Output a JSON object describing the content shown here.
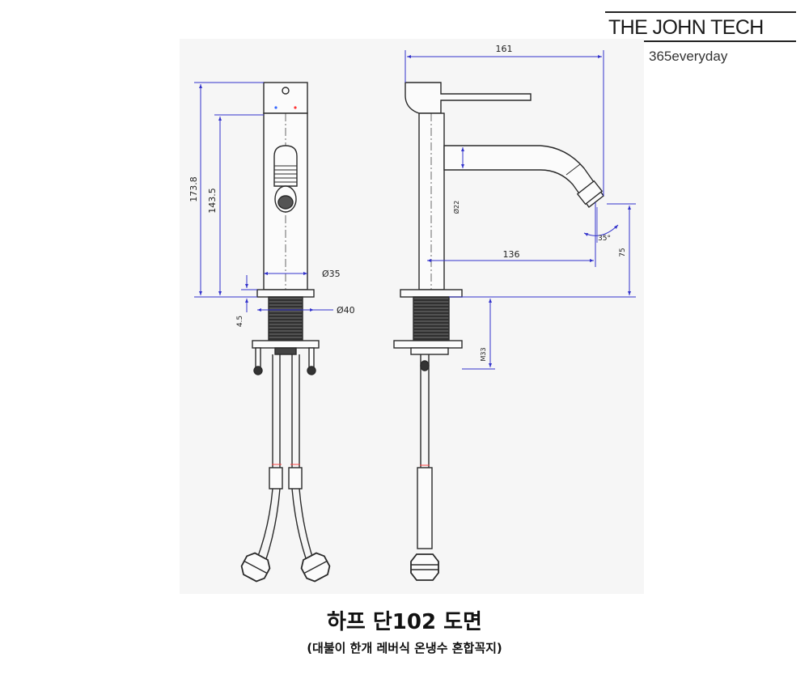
{
  "brand": {
    "name": "THE JOHN TECH",
    "tagline": "365everyday"
  },
  "dimensions": {
    "height_total": "173.8",
    "height_spout": "143.5",
    "dia_body": "Ø35",
    "dia_flange": "Ø40",
    "base_gap": "4.5",
    "width_total": "161",
    "spout_reach": "136",
    "angle": "35°",
    "height_outlet": "75",
    "thread": "M33",
    "aerator": "Ø22"
  },
  "caption": {
    "title": "하프 단102 도면",
    "subtitle": "(대불이 한개 레버식 온냉수 혼합꼭지)"
  },
  "colors": {
    "dimension_line": "#3333cc",
    "outline": "#2a2a2a",
    "background": "#f6f6f6"
  }
}
